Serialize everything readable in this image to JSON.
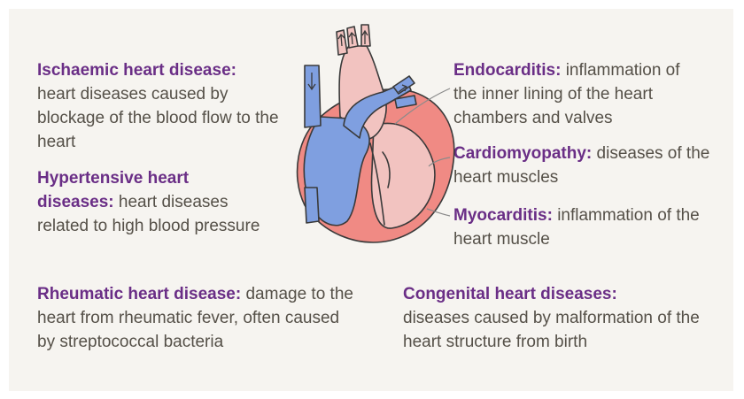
{
  "diseases": {
    "ischaemic": {
      "term": "Ischaemic heart disease:",
      "description": "heart diseases caused by blockage of the blood flow to the heart"
    },
    "hypertensive": {
      "term": "Hypertensive heart diseases:",
      "description": "heart diseases related to high blood pressure"
    },
    "rheumatic": {
      "term": "Rheumatic heart disease:",
      "description": "damage to the heart from rheumatic fever, often caused by streptococcal bacteria"
    },
    "endocarditis": {
      "term": "Endocarditis:",
      "description": "inflammation of the inner lining of the heart chambers and valves"
    },
    "cardiomyopathy": {
      "term": "Cardiomyopathy:",
      "description": "diseases of the heart muscles"
    },
    "myocarditis": {
      "term": "Myocarditis:",
      "description": "inflammation of the heart muscle"
    },
    "congenital": {
      "term": "Congenital heart diseases:",
      "description": "diseases caused by malformation of the heart structure from birth"
    }
  },
  "colors": {
    "term": "#6a2e86",
    "text": "#555048",
    "background": "#f6f4f0",
    "heart_red": "#f08a84",
    "heart_pink": "#f2c3c0",
    "heart_blue": "#7f9fe0",
    "outline": "#3a3a3a"
  }
}
